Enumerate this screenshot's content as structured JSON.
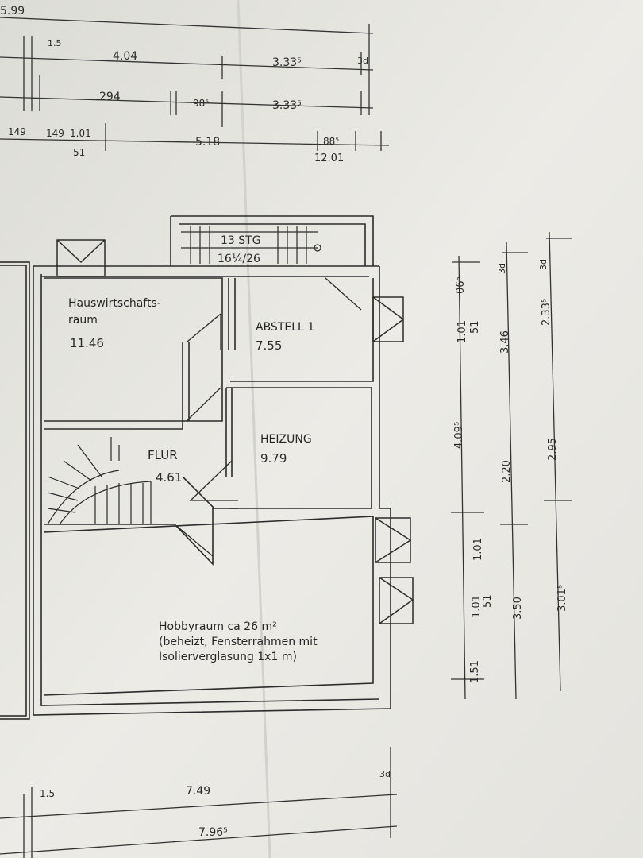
{
  "rooms": {
    "hauswirtschaft": {
      "name_line1": "Hauswirtschafts-",
      "name_line2": "raum",
      "area": "11.46"
    },
    "abstell": {
      "name": "ABSTELL 1",
      "area": "7.55"
    },
    "flur": {
      "name": "FLUR",
      "area": "4.61"
    },
    "heizung": {
      "name": "HEIZUNG",
      "area": "9.79"
    },
    "hobby": {
      "line1": "Hobbyraum ca 26 m²",
      "line2": "(beheizt, Fensterrahmen mit",
      "line3": "Isolierverglasung 1x1 m)"
    }
  },
  "stairs": {
    "label": "13 STG",
    "ratio": "16¼/26"
  },
  "top_dims": {
    "corner": "5.99",
    "r1_a": "4.04",
    "r1_b": "3.33⁵",
    "r2_a": "294",
    "r2_b": "98⁵",
    "r2_c": "3.33⁵",
    "r3_a": "149",
    "r3_b": "149",
    "r3_c": "1.01",
    "r3_d": "51",
    "r3_e": "5.18",
    "r3_f": "88⁵",
    "r3_g": "12.01",
    "small_1": "1.5",
    "small_2": "3d"
  },
  "right_dims": {
    "col1": [
      "1.51",
      "1.01",
      "51",
      "1.01",
      "4.09⁵",
      "1.01",
      "51",
      "06⁵"
    ],
    "col2": [
      "3.50",
      "2.20",
      "3.46",
      "3d"
    ],
    "col3": [
      "3.01⁵",
      "2.95",
      "2.33⁵",
      "3d"
    ]
  },
  "bottom_dims": {
    "a": "7.49",
    "b": "7.96⁵",
    "c": "1.5",
    "d": "3d"
  }
}
